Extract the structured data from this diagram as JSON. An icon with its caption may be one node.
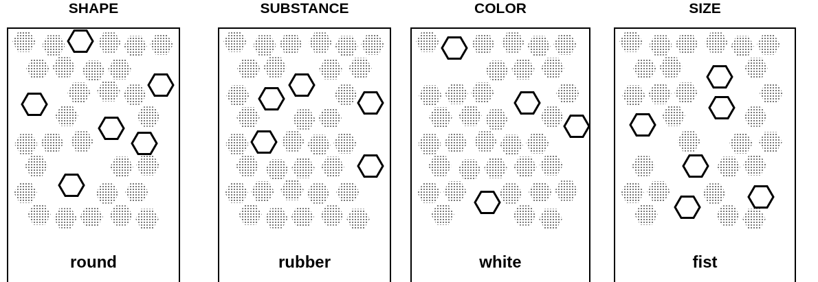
{
  "diagram": {
    "nodes": [
      {
        "text": [
          "SHAPE",
          "round"
        ]
      },
      {
        "text": [
          "SUBSTANCE",
          "rubber"
        ]
      },
      {
        "text": [
          "COLOR",
          "white"
        ]
      },
      {
        "text": [
          "SIZE",
          "fist"
        ]
      }
    ]
  }
}
